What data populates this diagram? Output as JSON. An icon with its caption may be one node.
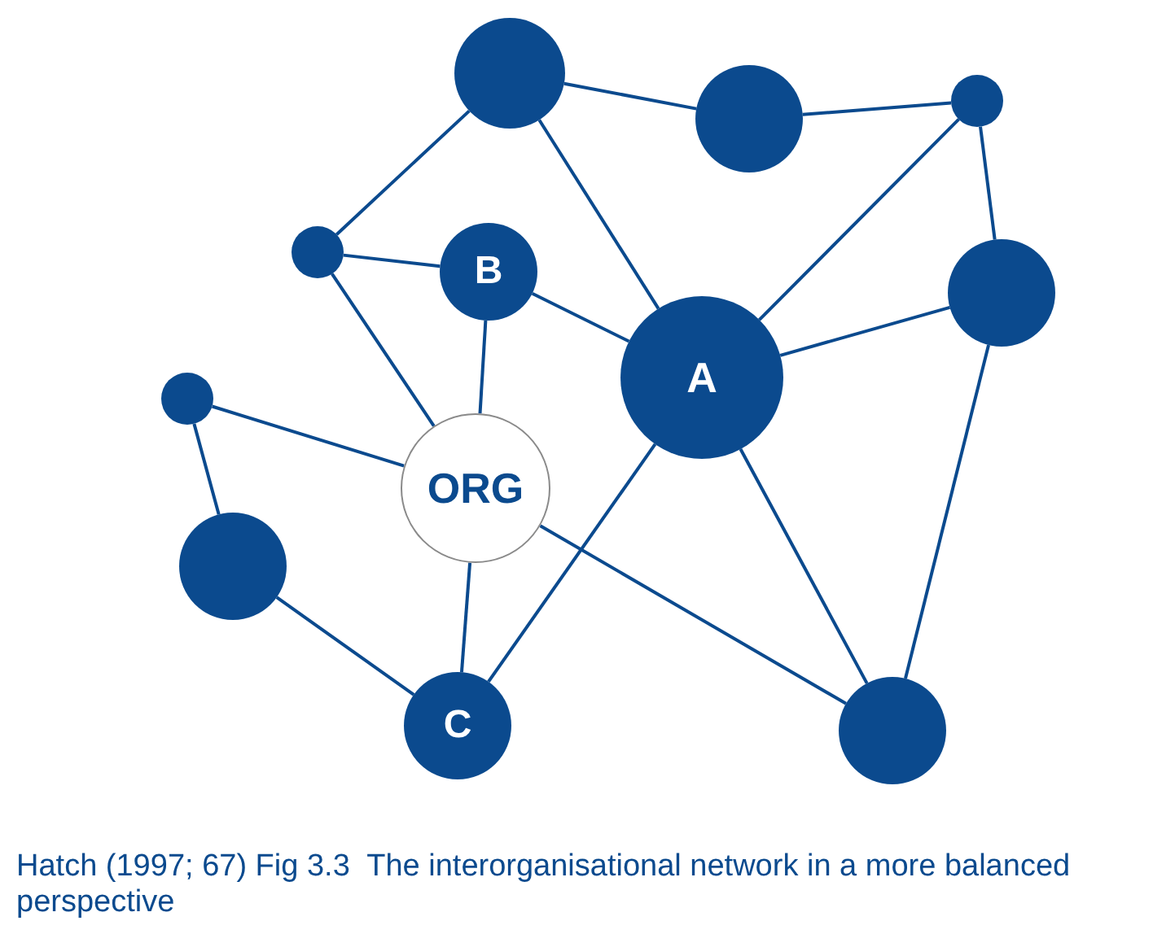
{
  "diagram": {
    "caption": "Hatch (1997; 67) Fig 3.3  The interorganisational network in a more balanced perspective",
    "nodes": [
      {
        "text": [],
        "shape": "circle"
      },
      {
        "text": [],
        "shape": "circle"
      },
      {
        "text": [],
        "shape": "circle"
      },
      {
        "text": [],
        "shape": "circle"
      },
      {
        "text": [
          "B"
        ]
      },
      {
        "text": [],
        "shape": "circle"
      },
      {
        "text": [
          "A"
        ]
      },
      {
        "text": [],
        "shape": "circle"
      },
      {
        "text": [
          "ORG"
        ]
      },
      {
        "text": [],
        "shape": "circle"
      },
      {
        "text": [
          "C"
        ]
      },
      {
        "text": [],
        "shape": "circle"
      }
    ],
    "edges": [
      {
        "from": 0,
        "to": 1,
        "arrow": "none"
      },
      {
        "from": 0,
        "to": 6,
        "arrow": "none"
      },
      {
        "from": 1,
        "to": 2,
        "arrow": "none"
      },
      {
        "from": 2,
        "to": 6,
        "arrow": "none"
      },
      {
        "from": 2,
        "to": 5,
        "arrow": "none"
      },
      {
        "from": 5,
        "to": 6,
        "arrow": "none"
      },
      {
        "from": 5,
        "to": 11,
        "arrow": "none"
      },
      {
        "from": 3,
        "to": 0,
        "arrow": "none"
      },
      {
        "from": 3,
        "to": 4,
        "arrow": "none"
      },
      {
        "from": 3,
        "to": 8,
        "arrow": "none"
      },
      {
        "from": 4,
        "to": 6,
        "arrow": "none"
      },
      {
        "from": 4,
        "to": 8,
        "arrow": "none"
      },
      {
        "from": 7,
        "to": 8,
        "arrow": "none"
      },
      {
        "from": 7,
        "to": 9,
        "arrow": "none"
      },
      {
        "from": 9,
        "to": 10,
        "arrow": "none"
      },
      {
        "from": 8,
        "to": 10,
        "arrow": "none"
      },
      {
        "from": 8,
        "to": 11,
        "arrow": "none"
      },
      {
        "from": 6,
        "to": 10,
        "arrow": "none"
      },
      {
        "from": 6,
        "to": 11,
        "arrow": "none"
      }
    ]
  }
}
